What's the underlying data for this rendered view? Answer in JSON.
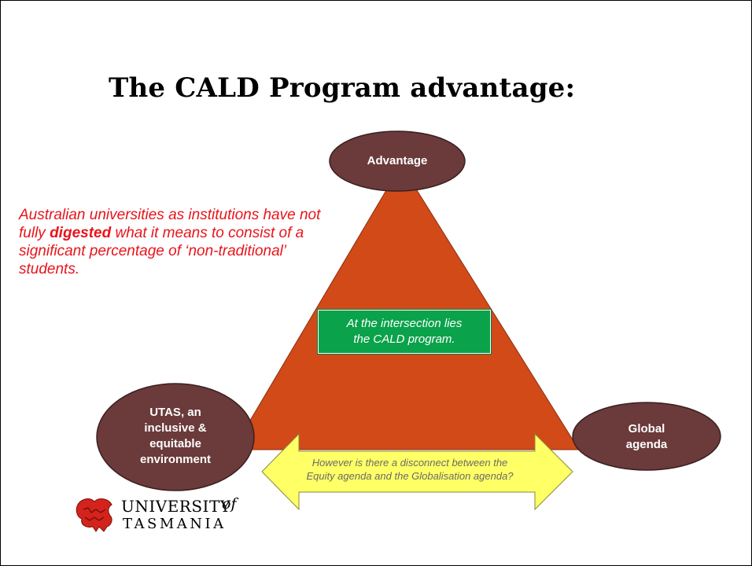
{
  "slide": {
    "title": "The CALD Program advantage:"
  },
  "side_note": {
    "part1": "Australian universities as institutions have not fully ",
    "emphasis": "digested",
    "part2": " what it means to consist of a significant percentage of  ‘non-traditional’ students."
  },
  "diagram": {
    "nodes": {
      "top": "Advantage",
      "left": [
        "UTAS, an",
        "inclusive &",
        "equitable",
        "environment"
      ],
      "right": [
        "Global",
        "agenda"
      ]
    },
    "center_text": [
      "At the intersection lies",
      "the CALD program."
    ],
    "arrow_text": [
      "However is there a disconnect between the",
      "Equity agenda and the Globalisation agenda?"
    ]
  },
  "logo": {
    "line1": "UNIVERSITY",
    "of": "of",
    "line2": "TASMANIA"
  },
  "colors": {
    "triangle": "#d24a18",
    "node": "#6b3a3a",
    "center_box": "#0aa24a",
    "arrow": "#ffff66",
    "note_text": "#e8141b"
  }
}
